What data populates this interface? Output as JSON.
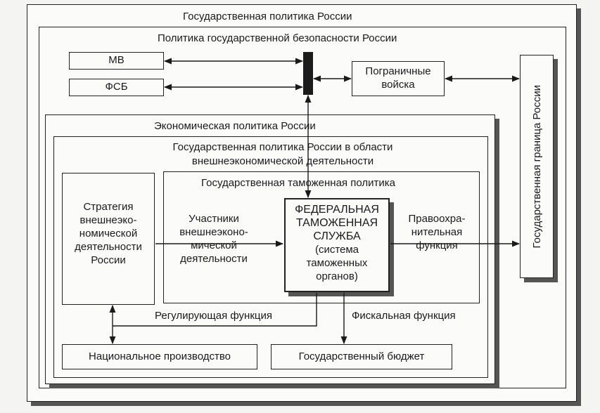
{
  "outer_title": "Государственная политика России",
  "security_title": "Политика государственной безопасности России",
  "mv": "МВ",
  "fsb": "ФСБ",
  "border_troops": [
    "Пограничные",
    "войска"
  ],
  "state_border": "Государственная граница России",
  "economic_title": "Экономическая политика России",
  "fea_title": [
    "Государственная политика России в области",
    "внешнеэкономической деятельности"
  ],
  "customs_title": "Государственная таможенная политика",
  "strategy": [
    "Стратегия",
    "внешнеэко-",
    "номической",
    "деятельности",
    "России"
  ],
  "participants": [
    "Участники",
    "внешнеэконо-",
    "мической",
    "деятельности"
  ],
  "fts": [
    "ФЕДЕРАЛЬНАЯ",
    "ТАМОЖЕННАЯ",
    "СЛУЖБА",
    "(система",
    "таможенных",
    "органов)"
  ],
  "law_enforcement": [
    "Правоохра-",
    "нительная",
    "функция"
  ],
  "regulating": "Регулирующая функция",
  "fiscal": "Фискальная функция",
  "national_production": "Национальное производство",
  "state_budget": "Государственный бюджет"
}
